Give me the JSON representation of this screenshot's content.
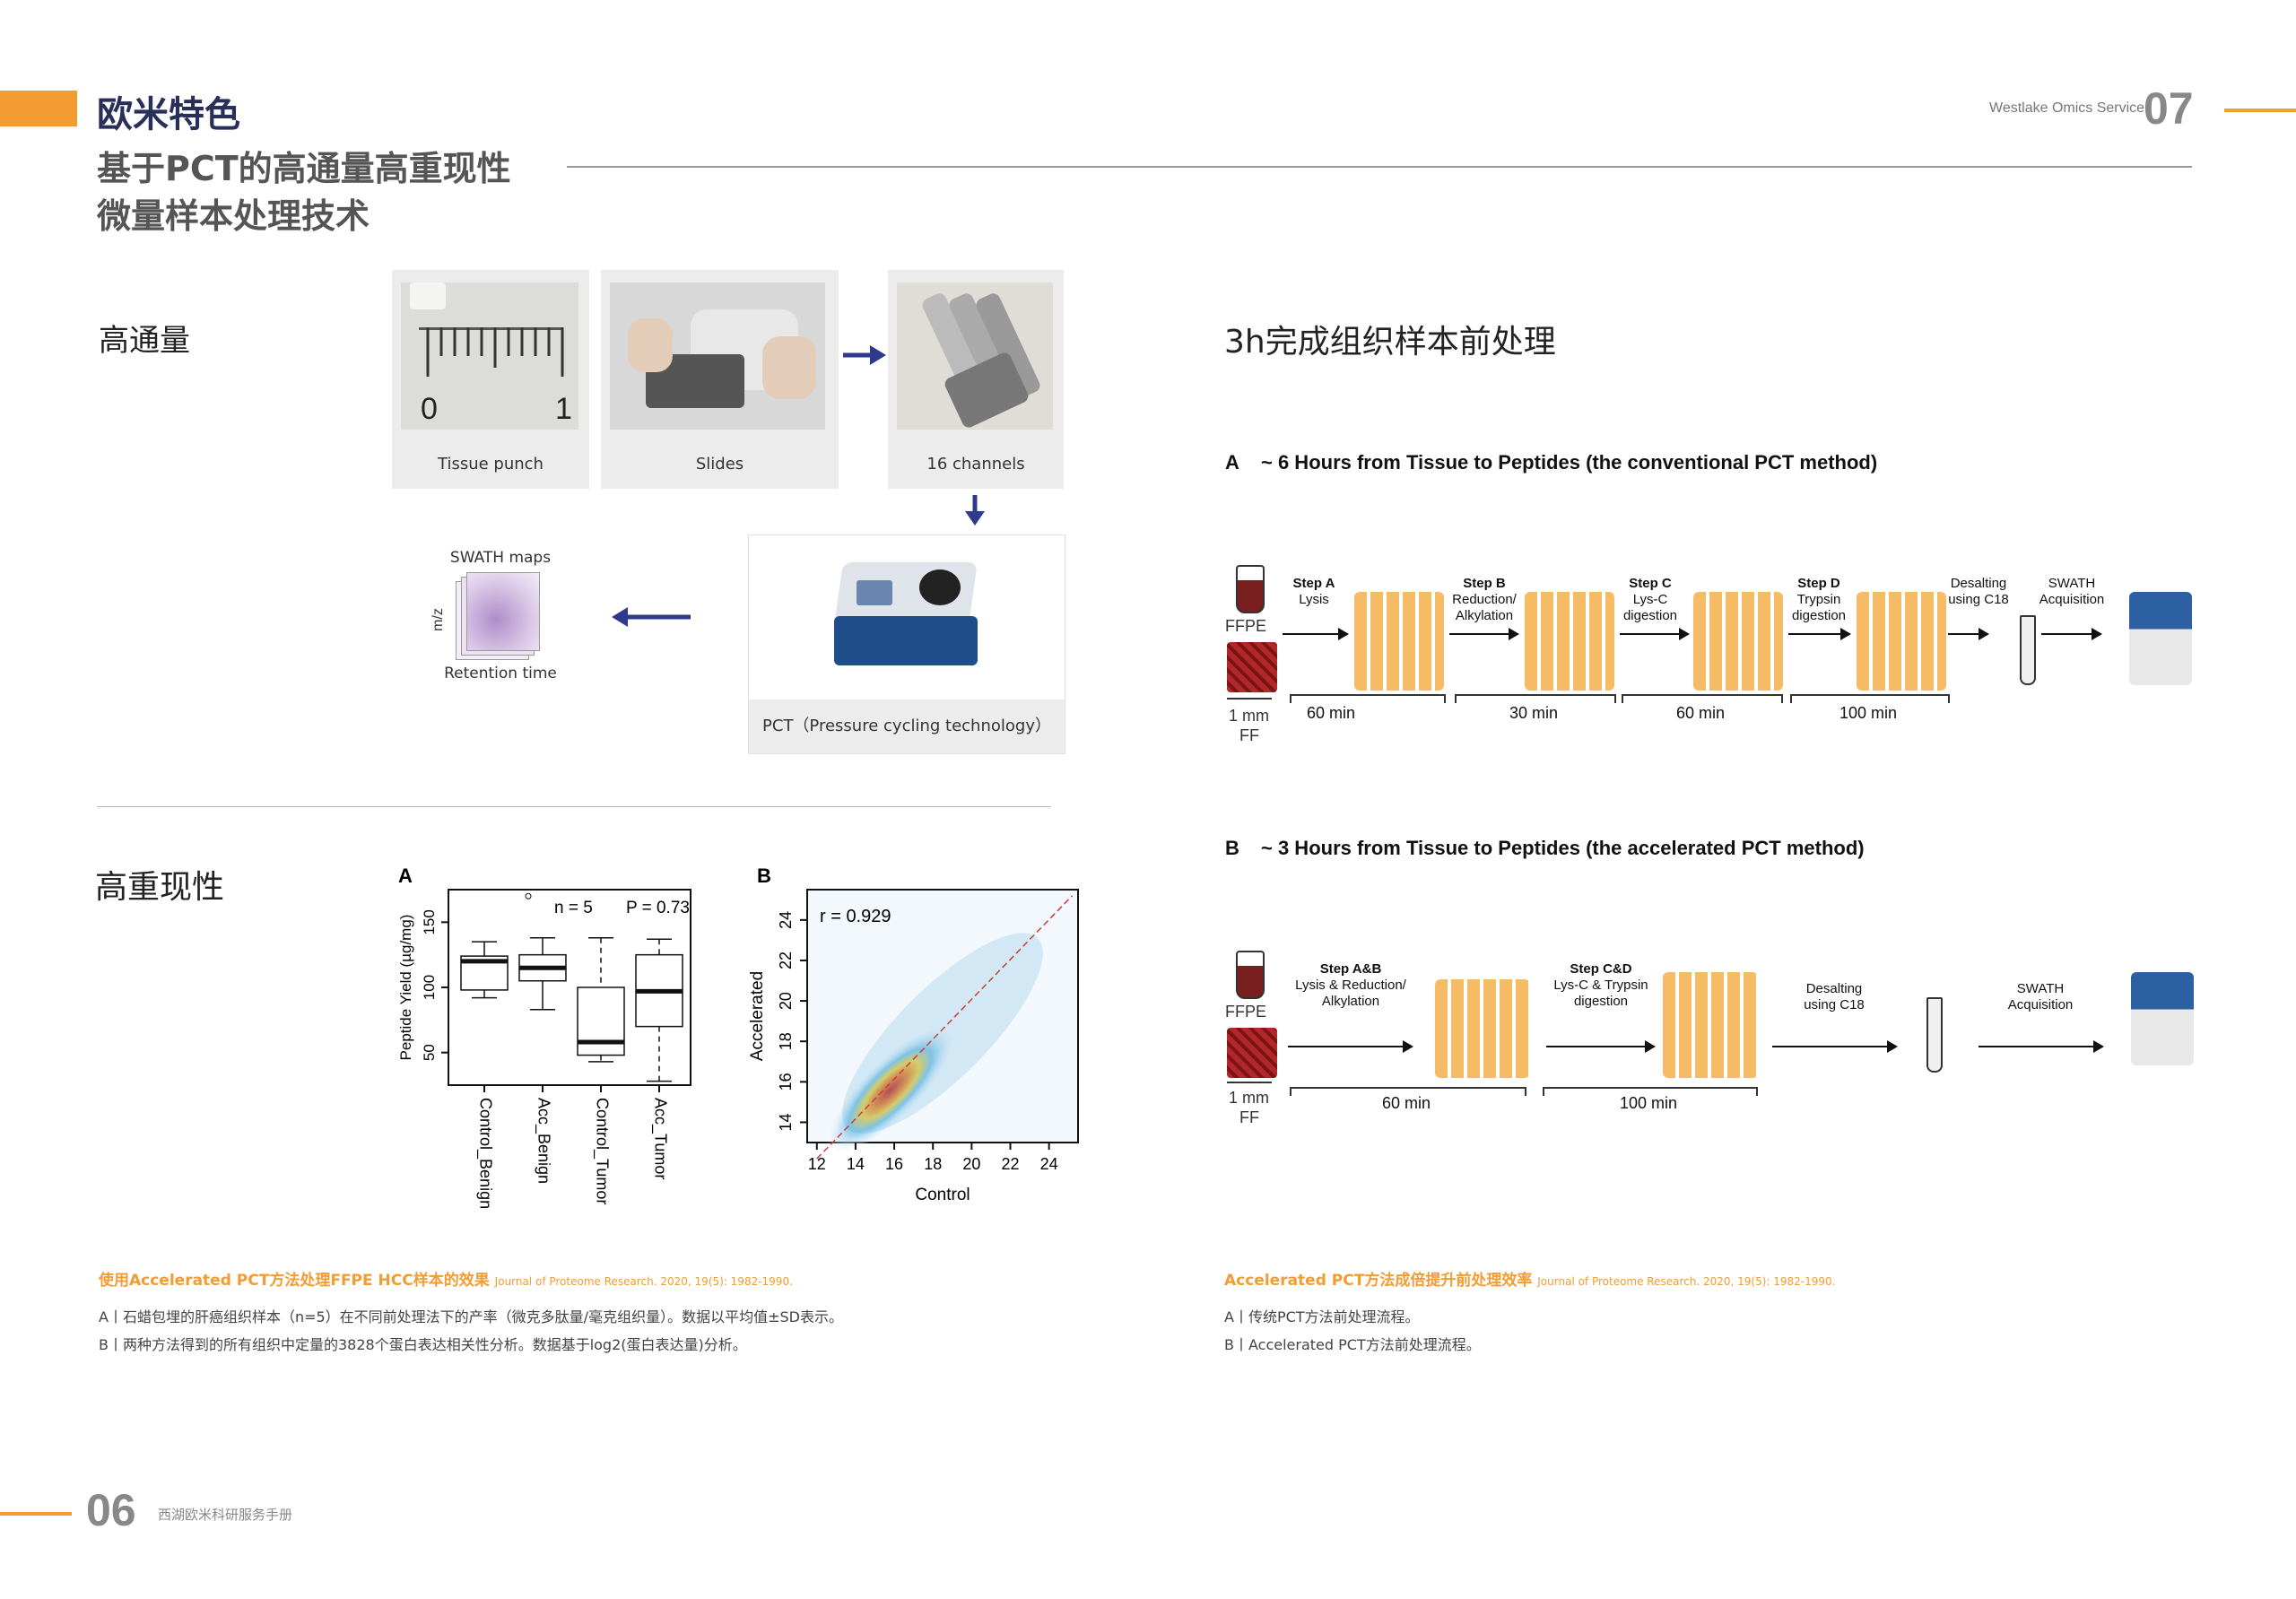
{
  "header": {
    "section": "欧米特色",
    "title_line1": "基于PCT的高通量高重现性",
    "title_line2": "微量样本处理技术",
    "brand": "Westlake Omics Service",
    "page_right": "07"
  },
  "left": {
    "throughput_label": "高通量",
    "reproducibility_label": "高重现性",
    "workflow": {
      "tissue_punch": "Tissue punch",
      "slides": "Slides",
      "channels": "16 channels",
      "pct": "PCT（Pressure cycling technology）",
      "swath_title": "SWATH maps",
      "swath_y": "m/z",
      "swath_x": "Retention time",
      "ruler_0": "0",
      "ruler_1": "1"
    },
    "caption_title": "使用Accelerated PCT方法处理FFPE HCC样本的效果",
    "caption_ref": "Journal of Proteome Research. 2020, 19(5): 1982-1990.",
    "caption_a": "A丨石蜡包埋的肝癌组织样本（n=5）在不同前处理法下的产率（微克多肽量/毫克组织量）。数据以平均值±SD表示。",
    "caption_b": "B丨两种方法得到的所有组织中定量的3828个蛋白表达相关性分析。数据基于log2(蛋白表达量)分析。"
  },
  "right": {
    "heading": "3h完成组织样本前处理",
    "panel_a": {
      "letter": "A",
      "title": "~ 6 Hours from Tissue to Peptides (the conventional PCT method)",
      "ffpe": "FFPE",
      "mm": "1 mm",
      "ff": "FF",
      "steps": [
        {
          "name": "Step A",
          "desc": "Lysis"
        },
        {
          "name": "Step B",
          "desc": "Reduction/ Alkylation"
        },
        {
          "name": "Step C",
          "desc": "Lys-C digestion"
        },
        {
          "name": "Step D",
          "desc": "Trypsin digestion"
        }
      ],
      "desalting": "Desalting using C18",
      "swath": "SWATH Acquisition",
      "times": [
        "60 min",
        "30 min",
        "60 min",
        "100 min"
      ]
    },
    "panel_b": {
      "letter": "B",
      "title": "~ 3 Hours from Tissue to Peptides (the accelerated PCT method)",
      "ffpe": "FFPE",
      "mm": "1 mm",
      "ff": "FF",
      "steps": [
        {
          "name": "Step A&B",
          "desc": "Lysis & Reduction/ Alkylation"
        },
        {
          "name": "Step C&D",
          "desc": "Lys-C & Trypsin digestion"
        }
      ],
      "desalting": "Desalting using C18",
      "swath": "SWATH Acquisition",
      "times": [
        "60 min",
        "100 min"
      ]
    },
    "caption_title": "Accelerated PCT方法成倍提升前处理效率",
    "caption_ref": "Journal of Proteome Research. 2020, 19(5): 1982-1990.",
    "caption_a": "A丨传统PCT方法前处理流程。",
    "caption_b": "B丨Accelerated PCT方法前处理流程。"
  },
  "footer": {
    "page_left": "06",
    "text": "西湖欧米科研服务手册"
  },
  "chart_data": [
    {
      "type": "box",
      "panel": "A",
      "ylabel": "Peptide Yield (µg/mg)",
      "annotation_n": "n = 5",
      "annotation_p": "P = 0.73",
      "ylim": [
        25,
        175
      ],
      "yticks": [
        50,
        100,
        150
      ],
      "categories": [
        "Control_Benign",
        "Acc_Benign",
        "Control_Tumor",
        "Acc_Tumor"
      ],
      "boxes": [
        {
          "min": 92,
          "q1": 98,
          "median": 120,
          "q3": 124,
          "max": 135
        },
        {
          "min": 83,
          "q1": 105,
          "median": 115,
          "q3": 125,
          "max": 138,
          "outlier": 170
        },
        {
          "min": 43,
          "q1": 48,
          "median": 58,
          "q3": 100,
          "max": 138
        },
        {
          "min": 28,
          "q1": 70,
          "median": 97,
          "q3": 125,
          "max": 137
        }
      ]
    },
    {
      "type": "scatter",
      "panel": "B",
      "xlabel": "Control",
      "ylabel": "Accelerated",
      "annotation": "r = 0.929",
      "xlim": [
        11.5,
        25.5
      ],
      "ylim": [
        13,
        25.5
      ],
      "xticks": [
        12,
        14,
        16,
        18,
        20,
        22,
        24
      ],
      "yticks": [
        14,
        16,
        18,
        20,
        22,
        24
      ],
      "density_center": [
        15.8,
        15.6
      ],
      "fit_line": [
        [
          12,
          12.2
        ],
        [
          25.2,
          25.2
        ]
      ]
    }
  ]
}
